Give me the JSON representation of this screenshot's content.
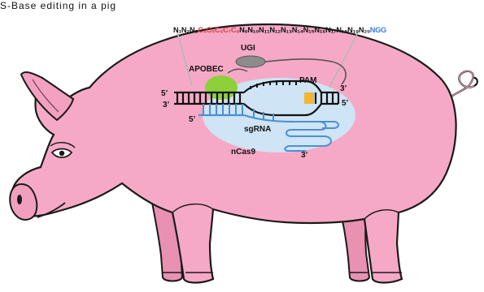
{
  "header": {
    "caption_fragment": "S-Base editing in a pig"
  },
  "sequence": {
    "segments": [
      {
        "text": "N₁N₂N₃",
        "color": "#111111"
      },
      {
        "text": "C₄C₅C₆C₇C₈",
        "color": "#e23b3b"
      },
      {
        "text": "N₉N₁₀N₁₁N₁₂N₁₃N₁₄N₁₅N₁₆N₁₇N₁₈N₁₉N₂₀",
        "color": "#111111"
      },
      {
        "text": "NGG",
        "color": "#3b7be2"
      }
    ]
  },
  "labels": {
    "ugi": "UGI",
    "apobec": "APOBEC",
    "pam": "PAM",
    "sgrna": "sgRNA",
    "ncas9": "nCas9",
    "five_prime_top": "5’",
    "three_prime_mid": "3’",
    "five_prime_sg": "5’",
    "three_prime_right_top": "3’",
    "five_prime_right": "5’",
    "three_prime_sg": "3’"
  },
  "colors": {
    "pig_body": "#f6a9c6",
    "pig_outline": "#1a1a1a",
    "cas9": "#cfe4f4",
    "apobec": "#8cd13a",
    "ugi": "#8c8c8c",
    "pam_highlight": "#f2b632",
    "sgrna": "#4a8fd6",
    "dna": "#111111"
  }
}
